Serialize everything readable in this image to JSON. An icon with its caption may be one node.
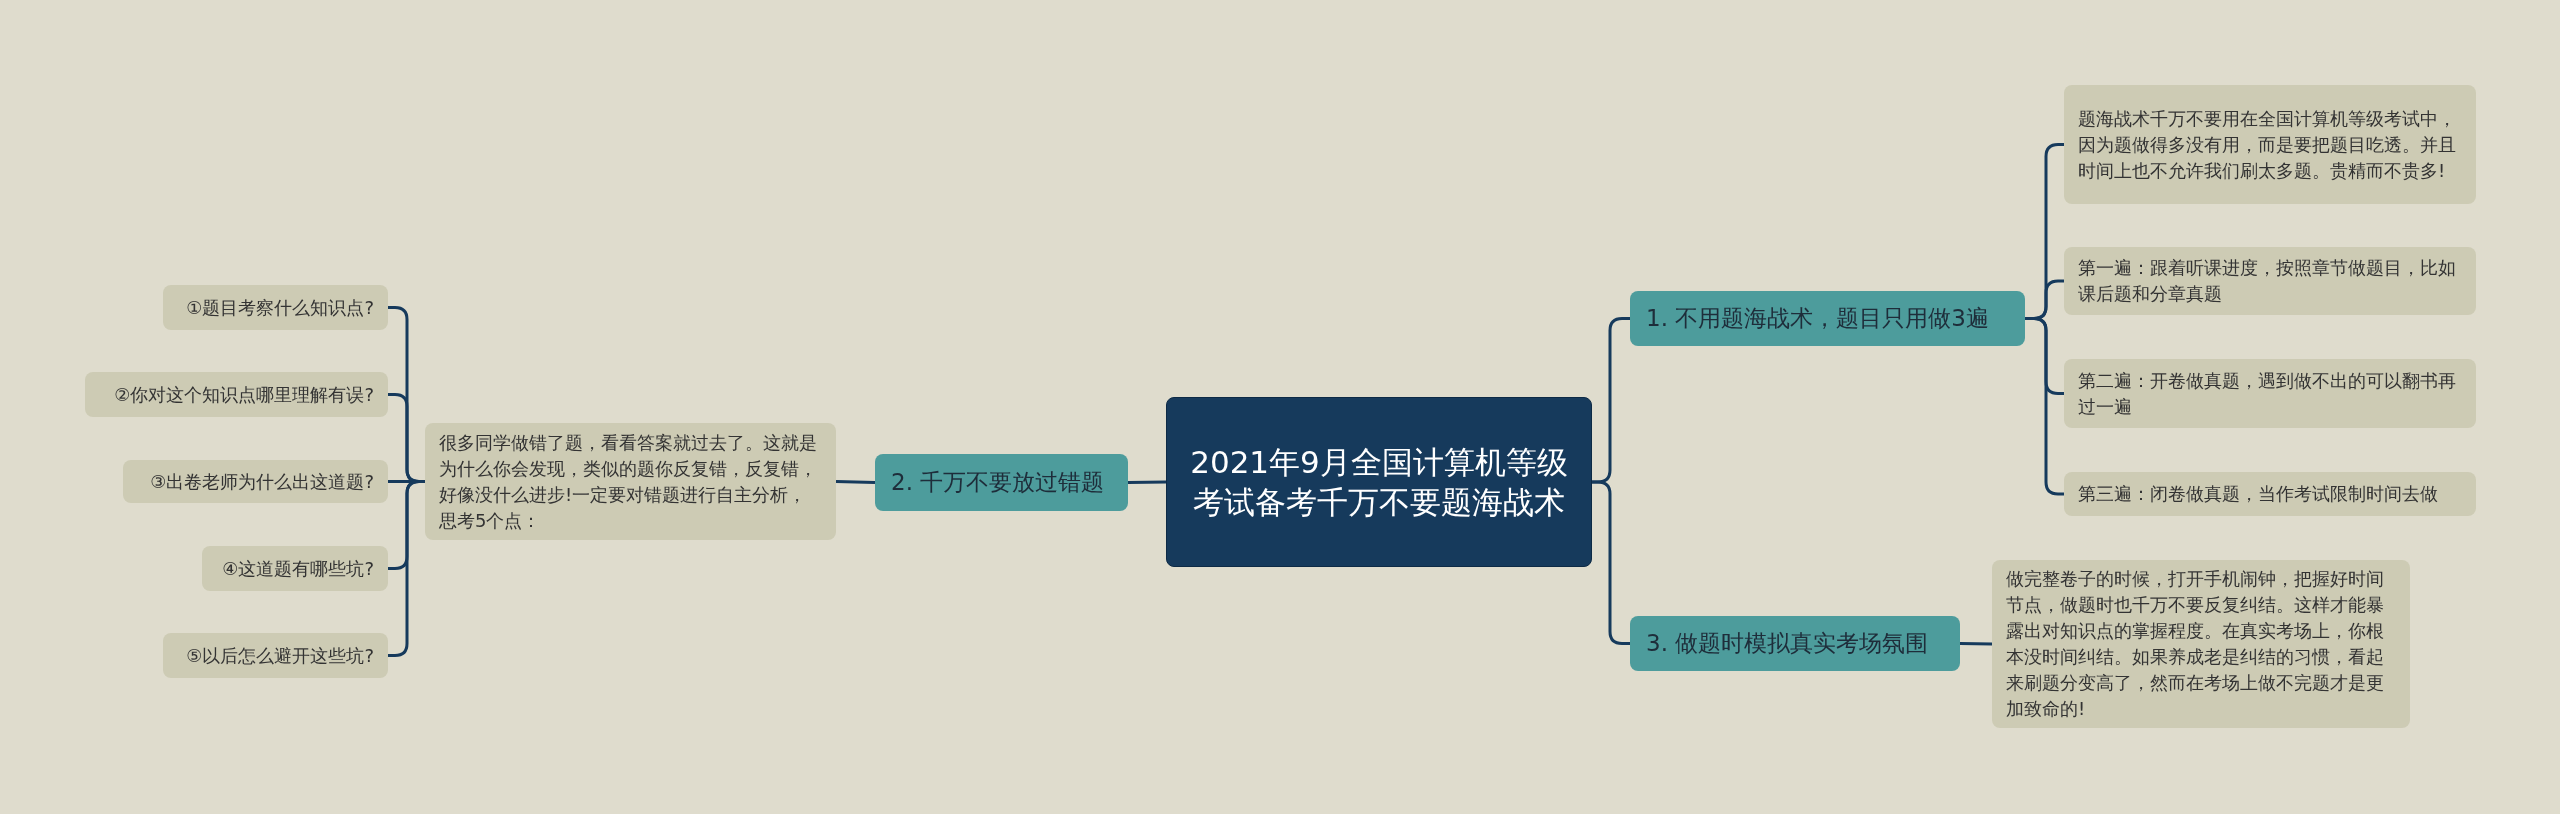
{
  "diagram": {
    "nodes": [
      {
        "text": [
          "2021年9月全国计算机等级考试备考千万不要题海战术"
        ]
      },
      {
        "text": [
          "1. 不用题海战术，题目只用做3遍"
        ]
      },
      {
        "text": [
          "题海战术千万不要用在全国计算机等级考试中，因为题做得多没有用，而是要把题目吃透。并且时间上也不允许我们刷太多题。贵精而不贵多!"
        ]
      },
      {
        "text": [
          "第一遍：跟着听课进度，按照章节做题目，比如课后题和分章真题"
        ]
      },
      {
        "text": [
          "第二遍：开卷做真题，遇到做不出的可以翻书再过一遍"
        ]
      },
      {
        "text": [
          "第三遍：闭卷做真题，当作考试限制时间去做"
        ]
      },
      {
        "text": [
          "3. 做题时模拟真实考场氛围"
        ]
      },
      {
        "text": [
          "做完整卷子的时候，打开手机闹钟，把握好时间节点，做题时也千万不要反复纠结。这样才能暴露出对知识点的掌握程度。在真实考场上，你根本没时间纠结。如果养成老是纠结的习惯，看起来刷题分变高了，然而在考场上做不完题才是更加致命的!"
        ]
      },
      {
        "text": [
          "2. 千万不要放过错题"
        ]
      },
      {
        "text": [
          "很多同学做错了题，看看答案就过去了。这就是为什么你会发现，类似的题你反复错，反复错，好像没什么进步!一定要对错题进行自主分析，思考5个点："
        ]
      },
      {
        "text": [
          "①题目考察什么知识点?"
        ]
      },
      {
        "text": [
          "②你对这个知识点哪里理解有误?"
        ]
      },
      {
        "text": [
          "③出卷老师为什么出这道题?"
        ]
      },
      {
        "text": [
          "④这道题有哪些坑?"
        ]
      },
      {
        "text": [
          "⑤以后怎么避开这些坑?"
        ]
      }
    ],
    "edges": [
      {
        "from": 0,
        "to": 1,
        "arrow": "none"
      },
      {
        "from": 1,
        "to": 2,
        "arrow": "none"
      },
      {
        "from": 1,
        "to": 3,
        "arrow": "none"
      },
      {
        "from": 1,
        "to": 4,
        "arrow": "none"
      },
      {
        "from": 1,
        "to": 5,
        "arrow": "none"
      },
      {
        "from": 0,
        "to": 6,
        "arrow": "none"
      },
      {
        "from": 6,
        "to": 7,
        "arrow": "none"
      },
      {
        "from": 0,
        "to": 8,
        "arrow": "none"
      },
      {
        "from": 8,
        "to": 9,
        "arrow": "none"
      },
      {
        "from": 9,
        "to": 10,
        "arrow": "none"
      },
      {
        "from": 9,
        "to": 11,
        "arrow": "none"
      },
      {
        "from": 9,
        "to": 12,
        "arrow": "none"
      },
      {
        "from": 9,
        "to": 13,
        "arrow": "none"
      },
      {
        "from": 9,
        "to": 14,
        "arrow": "none"
      }
    ]
  }
}
